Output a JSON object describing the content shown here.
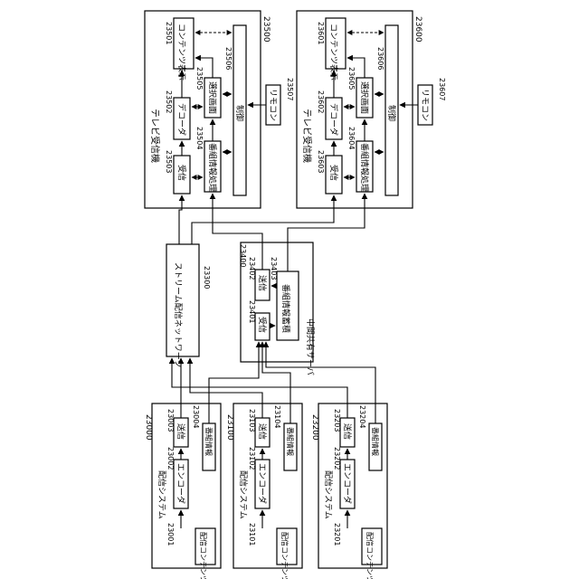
{
  "tv_receivers": [
    {
      "ref": "23500",
      "title": "テレビ受信機",
      "receive": {
        "ref": "23503",
        "label": "受信"
      },
      "decoder": {
        "ref": "23502",
        "label": "デコーダ"
      },
      "content_display": {
        "ref": "23501",
        "label": "コンテンツ表示"
      },
      "program_info_processing": {
        "ref": "23504",
        "label": "番組情報処理"
      },
      "selection_screen": {
        "ref": "23505",
        "label": "選択画面"
      },
      "control": {
        "ref": "23506",
        "label": "制御"
      },
      "remote": {
        "ref": "23507",
        "label": "リモコン"
      }
    },
    {
      "ref": "23600",
      "title": "テレビ受信機",
      "receive": {
        "ref": "23603",
        "label": "受信"
      },
      "decoder": {
        "ref": "23602",
        "label": "デコーダ"
      },
      "content_display": {
        "ref": "23601",
        "label": "コンテンツ表示"
      },
      "program_info_processing": {
        "ref": "23604",
        "label": "番組情報処理"
      },
      "selection_screen": {
        "ref": "23605",
        "label": "選択画面"
      },
      "control": {
        "ref": "23606",
        "label": "制御"
      },
      "remote": {
        "ref": "23607",
        "label": "リモコン"
      }
    }
  ],
  "network": {
    "ref": "23300",
    "label": "ストリーム配信ネットワーク"
  },
  "server": {
    "ref": "23400",
    "title": "中間共有サーバ",
    "receive": {
      "ref": "23401",
      "label": "受信"
    },
    "send": {
      "ref": "23402",
      "label": "送信"
    },
    "storage": {
      "ref": "23403",
      "label": "番組情報蓄積"
    }
  },
  "distribution_systems": [
    {
      "ref": "23000",
      "title": "配信システム",
      "content": {
        "ref": "23001",
        "label": "配信コンテンツ"
      },
      "encoder": {
        "ref": "23002",
        "label": "エンコーダ"
      },
      "send": {
        "ref": "23003",
        "label": "送信"
      },
      "program_info": {
        "ref": "23004",
        "label": "番組情報"
      }
    },
    {
      "ref": "23100",
      "title": "配信システム",
      "content": {
        "ref": "23101",
        "label": "配信コンテンツ"
      },
      "encoder": {
        "ref": "23102",
        "label": "エンコーダ"
      },
      "send": {
        "ref": "23103",
        "label": "送信"
      },
      "program_info": {
        "ref": "23104",
        "label": "番組情報"
      }
    },
    {
      "ref": "23200",
      "title": "配信システム",
      "content": {
        "ref": "23201",
        "label": "配信コンテンツ"
      },
      "encoder": {
        "ref": "23202",
        "label": "エンコーダ"
      },
      "send": {
        "ref": "23203",
        "label": "送信"
      },
      "program_info": {
        "ref": "23204",
        "label": "番組情報"
      }
    }
  ]
}
